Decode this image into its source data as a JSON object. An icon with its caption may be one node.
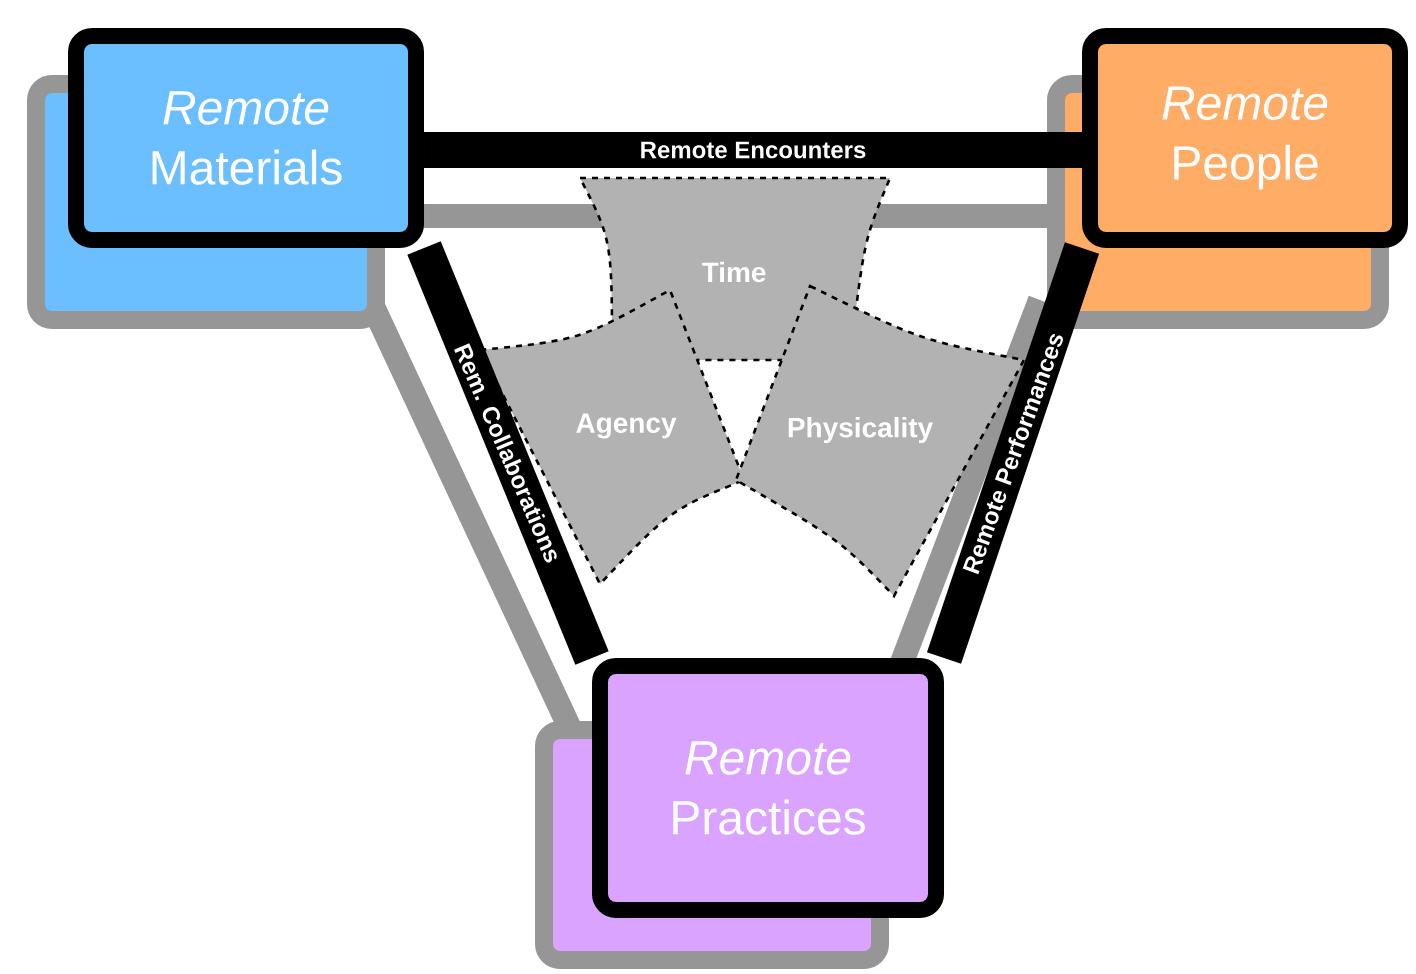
{
  "diagram": {
    "nodes": [
      {
        "text": [
          "*Remote* Materials"
        ]
      },
      {
        "text": [
          "*Remote* People"
        ]
      },
      {
        "text": [
          "*Remote* Practices"
        ]
      },
      {
        "text": [
          "Time"
        ]
      },
      {
        "text": [
          "Agency"
        ]
      },
      {
        "text": [
          "Physicality"
        ]
      }
    ],
    "edges": [
      {
        "from": 0,
        "to": 1,
        "arrow": "none",
        "label": "Remote Encounters"
      },
      {
        "from": 0,
        "to": 2,
        "arrow": "none",
        "label": "Rem. Collaborations"
      },
      {
        "from": 1,
        "to": 2,
        "arrow": "none",
        "label": "Remote Performances"
      }
    ]
  }
}
